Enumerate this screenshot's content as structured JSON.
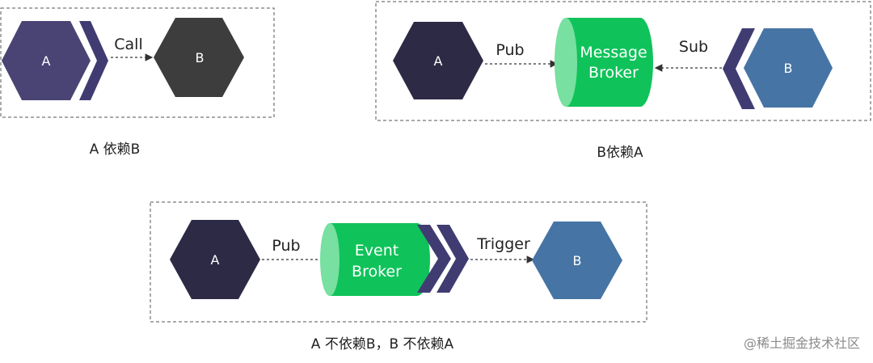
{
  "panel1": {
    "node_a": "A",
    "node_b": "B",
    "edge_call": "Call",
    "caption": "A 依赖B"
  },
  "panel2": {
    "node_a": "A",
    "node_b": "B",
    "broker_line1": "Message",
    "broker_line2": "Broker",
    "edge_pub": "Pub",
    "edge_sub": "Sub",
    "caption": "B依赖A"
  },
  "panel3": {
    "node_a": "A",
    "node_b": "B",
    "broker_line1": "Event",
    "broker_line2": "Broker",
    "edge_pub": "Pub",
    "edge_trigger": "Trigger",
    "caption": "A 不依赖B，B 不依赖A"
  },
  "watermark": "@稀土掘金技术社区",
  "colors": {
    "purple_hex": "#4a4474",
    "dark_hex": "#3d3d3d",
    "navy_hex": "#2d2a45",
    "blue_hex": "#4674a4",
    "broker_green": "#0fc35a",
    "broker_light": "#78e0a0",
    "chevron": "#403c72"
  }
}
